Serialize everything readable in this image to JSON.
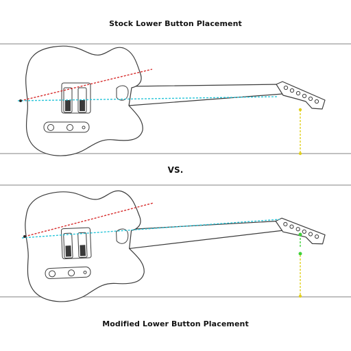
{
  "captions": {
    "top": "Stock Lower Button Placement",
    "vs": "VS.",
    "bottom": "Modified Lower Button Placement"
  },
  "colors": {
    "string_line": "#d62a2a",
    "neck_axis_line": "#25c4d8",
    "button_drop_line": "#e2cf1e",
    "modified_button": "#3fd03a",
    "outline": "#3a3a3a",
    "band": "#9a9a9a"
  }
}
